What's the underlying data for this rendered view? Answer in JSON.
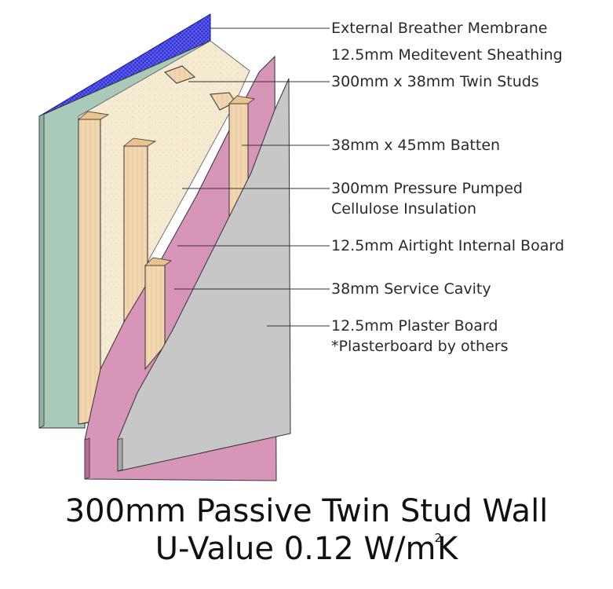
{
  "labels": {
    "membrane": "External Breather Membrane",
    "sheathing": "12.5mm Meditevent Sheathing",
    "studs": "300mm x 38mm Twin Studs",
    "batten": "38mm x 45mm Batten",
    "insulation_1": "300mm Pressure Pumped",
    "insulation_2": "Cellulose Insulation",
    "airtight": "12.5mm Airtight Internal Board",
    "cavity": "38mm Service Cavity",
    "plaster_1": "12.5mm Plaster Board",
    "plaster_2": "*Plasterboard by others"
  },
  "title": {
    "line1": "300mm Passive Twin Stud Wall",
    "line2_pre": "U-Value 0.12 W/m",
    "line2_sup": "2",
    "line2_post": "K"
  },
  "colors": {
    "membrane": "#2f2fd6",
    "sheathing": "#a9c9b9",
    "insulation": "#f5ead2",
    "timber": "#f1d6b0",
    "airtight_board": "#d796b8",
    "plaster_board": "#c7c7c7",
    "leader": "#333333"
  }
}
